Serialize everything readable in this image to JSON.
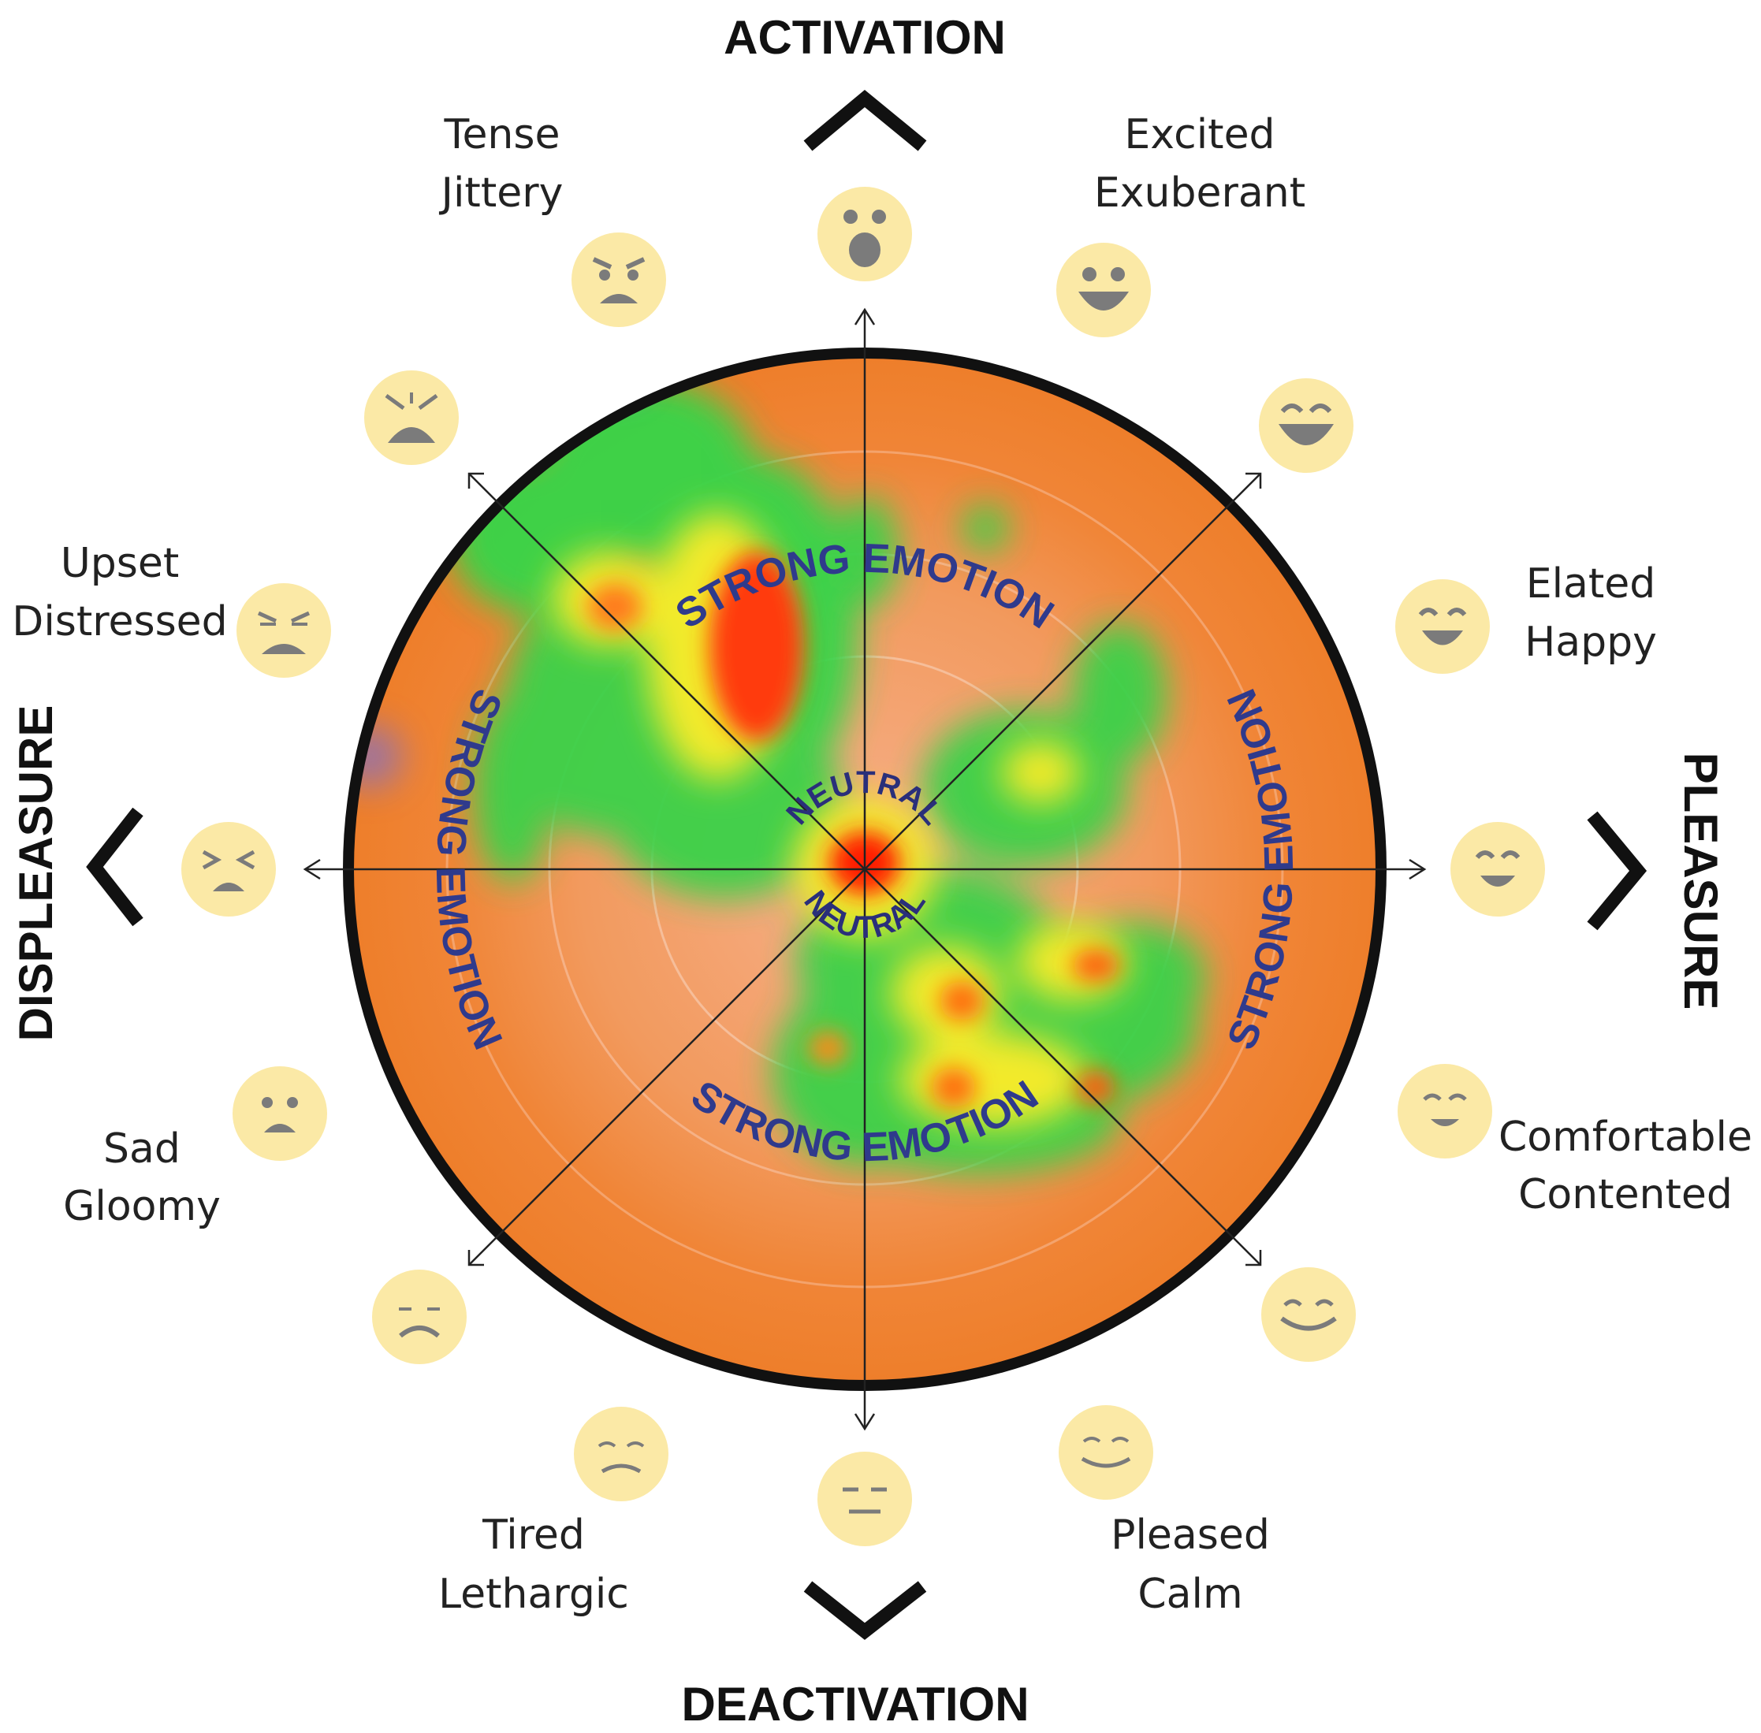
{
  "axes": {
    "top": "ACTIVATION",
    "bottom": "DEACTIVATION",
    "left": "DISPLEASURE",
    "right": "PLEASURE"
  },
  "ring": {
    "outer_label": "STRONG EMOTION",
    "center_label": "NEUTRAL"
  },
  "moods": [
    {
      "line1": "Excited",
      "line2": "Exuberant"
    },
    {
      "line1": "Elated",
      "line2": "Happy"
    },
    {
      "line1": "Comfortable",
      "line2": "Contented"
    },
    {
      "line1": "Pleased",
      "line2": "Calm"
    },
    {
      "line1": "Tired",
      "line2": "Lethargic"
    },
    {
      "line1": "Sad",
      "line2": "Gloomy"
    },
    {
      "line1": "Upset",
      "line2": "Distressed"
    },
    {
      "line1": "Tense",
      "line2": "Jittery"
    }
  ],
  "faces": [
    "surprised-face-icon",
    "grinning-face-icon",
    "laughing-face-icon",
    "happy-face-icon",
    "smiling-face-icon",
    "content-face-icon",
    "beaming-face-icon",
    "calm-face-icon",
    "neutral-face-icon",
    "tired-face-icon",
    "frowning-face-icon",
    "sad-face-icon",
    "displeased-face-icon",
    "distressed-face-icon",
    "screaming-face-icon",
    "angry-face-icon"
  ],
  "colors": {
    "disc": "#f07f2b",
    "face": "#fbe9a6",
    "face_feature": "#7b7b7b",
    "heat_low": "#2fd24a",
    "heat_mid": "#f2ea2a",
    "heat_high": "#ff1a00"
  }
}
